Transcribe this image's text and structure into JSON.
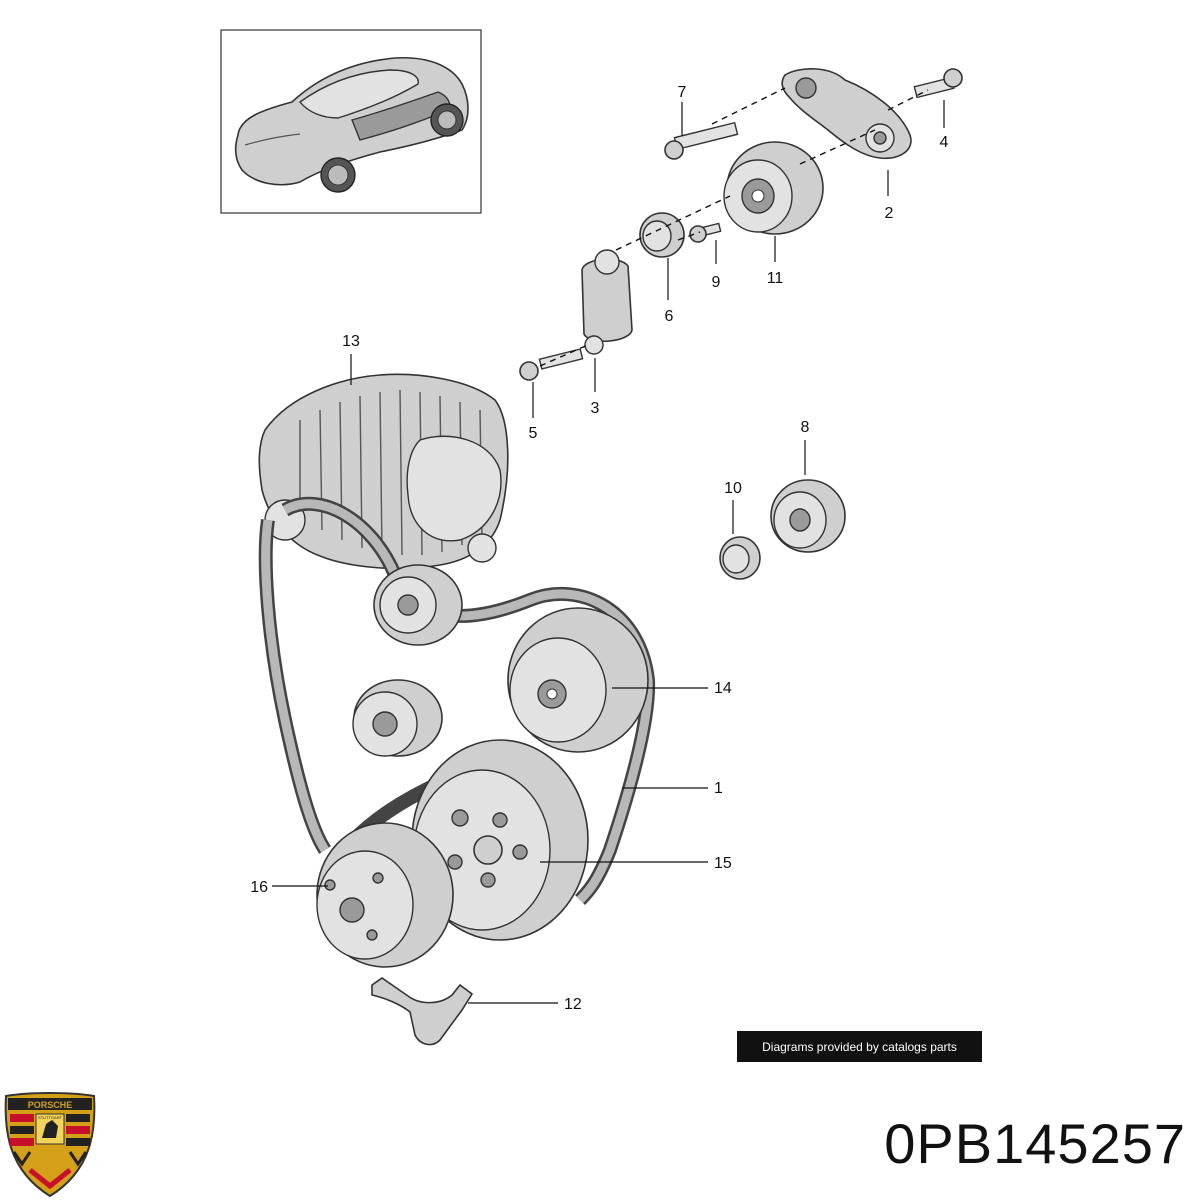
{
  "callouts": {
    "c1": "1",
    "c2": "2",
    "c3": "3",
    "c4": "4",
    "c5": "5",
    "c6": "6",
    "c7": "7",
    "c8": "8",
    "c9": "9",
    "c10": "10",
    "c11": "11",
    "c12": "12",
    "c13": "13",
    "c14": "14",
    "c15": "15",
    "c16": "16"
  },
  "credit": "Diagrams provided by catalogs parts",
  "part_number": "0PB145257",
  "logo": {
    "text": "PORSCHE",
    "subtext": "STUTTGART"
  },
  "colors": {
    "line": "#111111",
    "part": "#cfcfcf",
    "credit_bg": "#111111",
    "logo_gold": "#d4a017",
    "logo_red": "#c8102e"
  }
}
